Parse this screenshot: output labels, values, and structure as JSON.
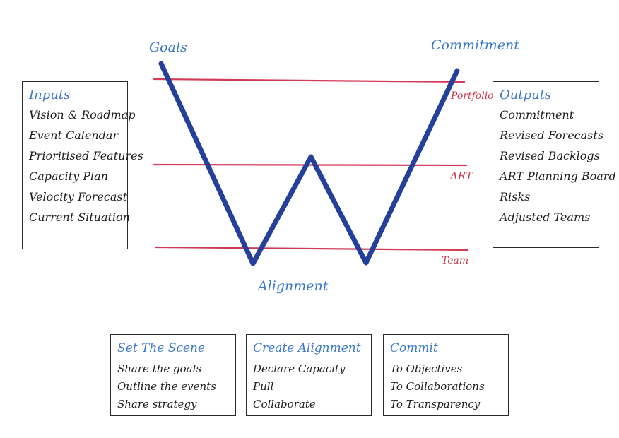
{
  "colors": {
    "w_stroke": "#25409a",
    "level_line": "#d23a55",
    "title_blue": "#3a78c8",
    "level_text": "#c8364a",
    "ink": "#1e1e1e"
  },
  "labels": {
    "goals": "Goals",
    "commitment": "Commitment",
    "alignment": "Alignment",
    "portfolio": "Portfolio",
    "art": "ART",
    "team": "Team"
  },
  "inputs": {
    "title": "Inputs",
    "items": [
      "Vision & Roadmap",
      "Event Calendar",
      "Prioritised Features",
      "Capacity Plan",
      "Velocity Forecast",
      "Current Situation"
    ]
  },
  "outputs": {
    "title": "Outputs",
    "items": [
      "Commitment",
      "Revised Forecasts",
      "Revised Backlogs",
      "ART Planning Board",
      "Risks",
      "Adjusted Teams"
    ]
  },
  "stages": [
    {
      "title": "Set The Scene",
      "items": [
        "Share the goals",
        "Outline the events",
        "Share strategy"
      ]
    },
    {
      "title": "Create Alignment",
      "items": [
        "Declare Capacity",
        "Pull",
        "Collaborate"
      ]
    },
    {
      "title": "Commit",
      "items": [
        "To Objectives",
        "To Collaborations",
        "To Transparency"
      ]
    }
  ]
}
